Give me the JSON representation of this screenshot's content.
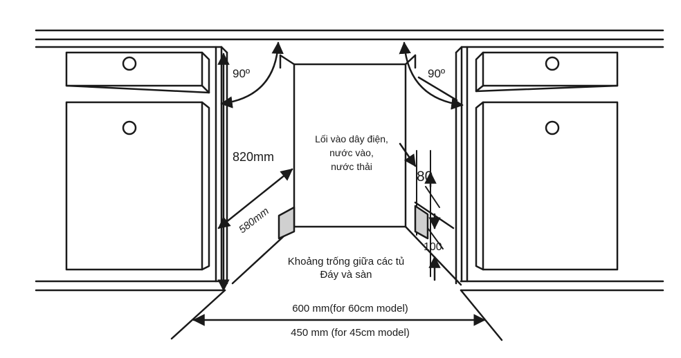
{
  "labels": {
    "angle_left": "90º",
    "angle_right": "90º",
    "height": "820mm",
    "depth": "580mm",
    "inlet_line1": "Lối vào dây điện,",
    "inlet_line2": "nước vào,",
    "inlet_line3": "nước thải",
    "dim_80": "80",
    "dim_100": "100",
    "gap_line1": "Khoảng trống giữa các tủ",
    "gap_line2": "Đáy và sàn",
    "width_60": "600 mm(for 60cm model)",
    "width_45": "450 mm (for 45cm model)"
  },
  "colors": {
    "line": "#1a1a1a",
    "panel_fill": "#ffffff",
    "plinth_fill": "#d0d0d0"
  }
}
